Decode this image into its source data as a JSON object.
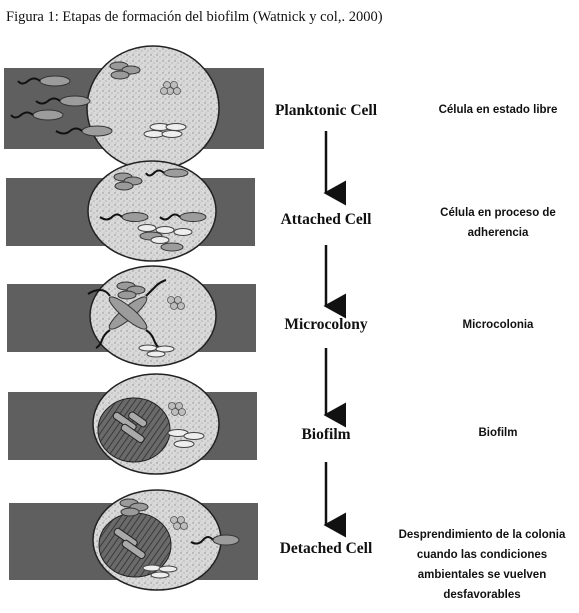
{
  "caption": "Figura 1: Etapas de formación del biofilm  (Watnick y col,. 2000)",
  "stages": [
    {
      "label": "Planktonic Cell",
      "description": [
        "Célula en estado libre"
      ]
    },
    {
      "label": "Attached Cell",
      "description": [
        "Célula en proceso de",
        "adherencia"
      ]
    },
    {
      "label": "Microcolony",
      "description": [
        "Microcolonia"
      ]
    },
    {
      "label": "Biofilm",
      "description": [
        "Biofilm"
      ]
    },
    {
      "label": "Detached Cell",
      "description": [
        "Desprendimiento de la colonia",
        "cuando las condiciones",
        "ambientales  se vuelven",
        "desfavorables"
      ]
    }
  ]
}
